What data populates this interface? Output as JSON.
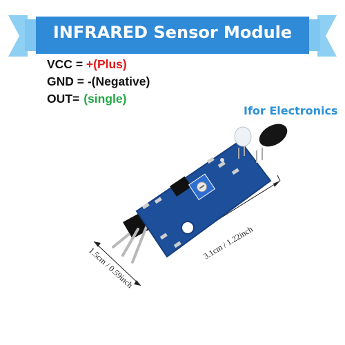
{
  "banner": {
    "title": "INFRARED Sensor Module"
  },
  "pins": [
    {
      "label": "VCC",
      "separator": " = ",
      "value": "+(Plus)",
      "color": "#e01a1a"
    },
    {
      "label": "GND",
      "separator": " = ",
      "value": "-(Negative)",
      "color": "#111111"
    },
    {
      "label": "OUT",
      "separator": "=",
      "value": "(single)",
      "color": "#22a845"
    }
  ],
  "brand": {
    "text": "Ifor Electronics",
    "color": "#2f92d6"
  },
  "dimensions": {
    "width_label": "1.5cm / 0.59inch",
    "length_label": "3.1cm / 1.22inch"
  },
  "colors": {
    "banner": "#2f8ad8",
    "banner_edge": "#7fc7f0",
    "pcb": "#1d4f9a"
  }
}
